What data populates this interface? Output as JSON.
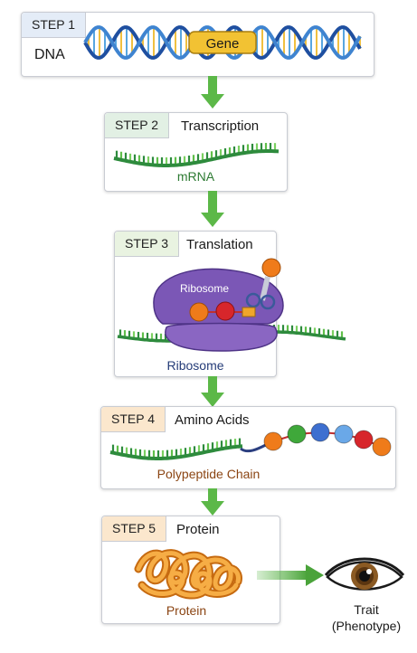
{
  "step1": {
    "tag": "STEP 1",
    "label": "DNA",
    "gene": "Gene"
  },
  "step2": {
    "tag": "STEP 2",
    "title": "Transcription",
    "caption": "mRNA"
  },
  "step3": {
    "tag": "STEP 3",
    "title": "Translation",
    "inner_label": "Ribosome",
    "caption": "Ribosome"
  },
  "step4": {
    "tag": "STEP 4",
    "title": "Amino Acids",
    "caption": "Polypeptide Chain"
  },
  "step5": {
    "tag": "STEP 5",
    "title": "Protein",
    "caption": "Protein"
  },
  "trait": {
    "line1": "Trait",
    "line2": "(Phenotype)"
  },
  "colors": {
    "arrow": "#5cb848",
    "dna_strand": "#1f4fa0",
    "mrna_strand": "#2e8b3d",
    "gene_box": "#f2c233",
    "ribosome": "#7b57b6",
    "protein": "#f0a035"
  },
  "icons": [
    "dna-helix-icon",
    "mrna-strand-icon",
    "ribosome-icon",
    "trna-icon",
    "amino-acid-chain-icon",
    "protein-blob-icon",
    "eye-icon"
  ]
}
